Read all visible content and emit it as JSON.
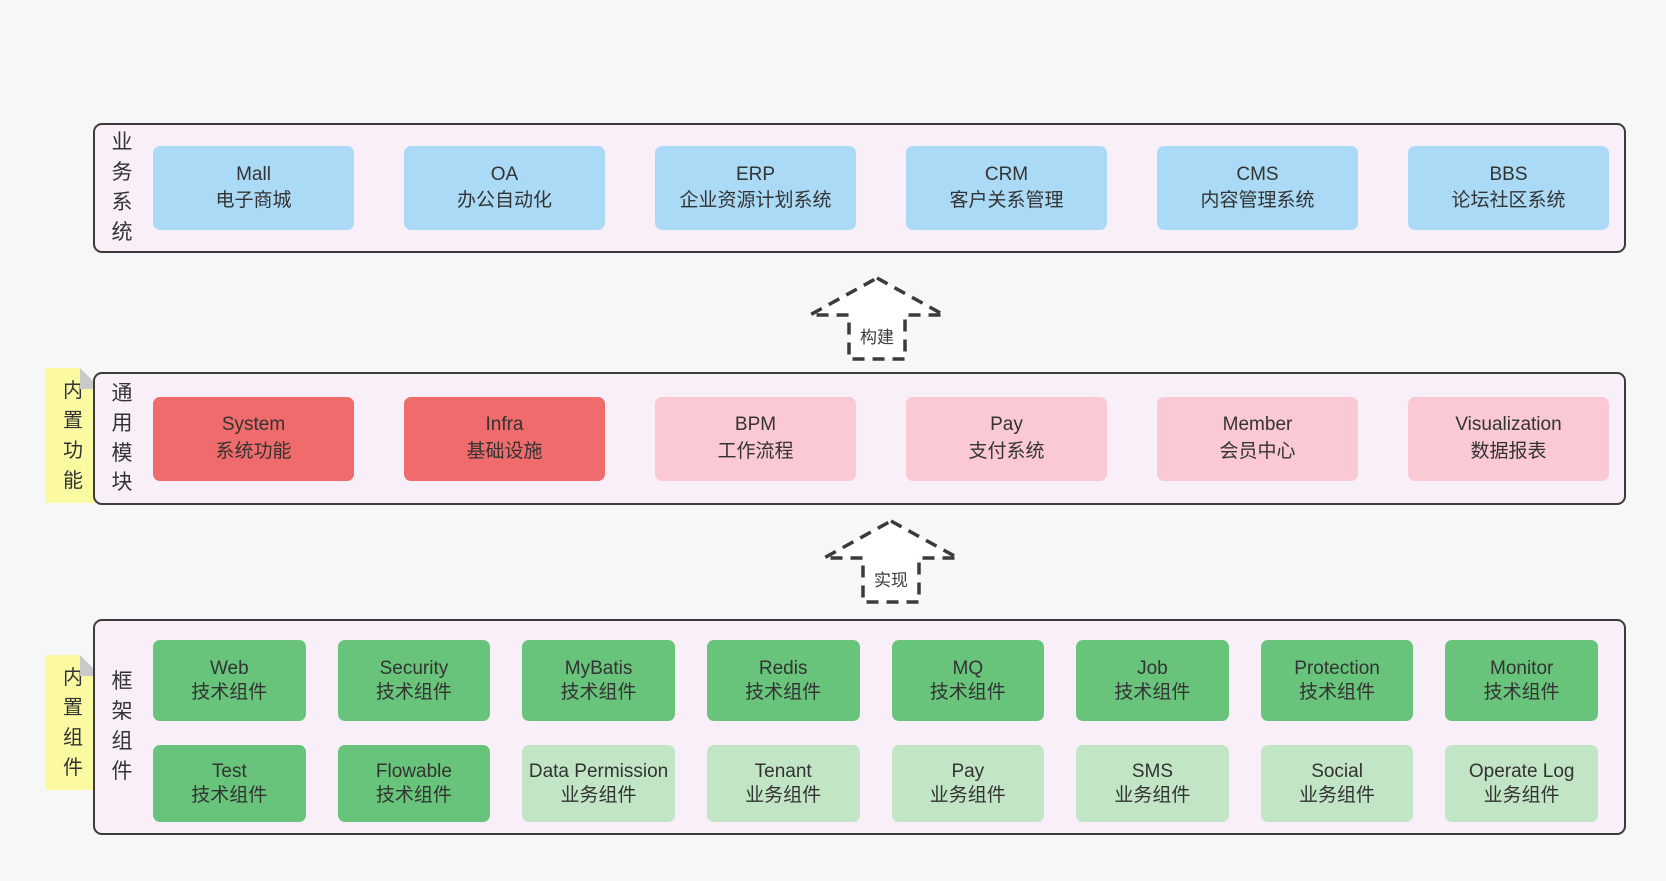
{
  "colors": {
    "page_bg": "#f7f7f7",
    "container_bg": "#f9eff8",
    "container_border": "#3b3b3b",
    "box_blue": "#aadaf5",
    "box_red": "#f06b6b",
    "box_pink": "#fac9d3",
    "box_green_dark": "#68c47a",
    "box_green_light": "#c2e5c6",
    "note_yellow": "#fbf9a2",
    "note_fold": "#c9c9c9",
    "text": "#333333"
  },
  "arrows": {
    "build": {
      "label": "构建"
    },
    "implement": {
      "label": "实现"
    }
  },
  "layers": {
    "business": {
      "label": "业务系统",
      "boxes": [
        {
          "title": "Mall",
          "subtitle": "电子商城"
        },
        {
          "title": "OA",
          "subtitle": "办公自动化"
        },
        {
          "title": "ERP",
          "subtitle": "企业资源计划系统"
        },
        {
          "title": "CRM",
          "subtitle": "客户关系管理"
        },
        {
          "title": "CMS",
          "subtitle": "内容管理系统"
        },
        {
          "title": "BBS",
          "subtitle": "论坛社区系统"
        }
      ]
    },
    "modules": {
      "label": "通用模块",
      "note": "内置功能",
      "boxes": [
        {
          "title": "System",
          "subtitle": "系统功能",
          "variant": "red"
        },
        {
          "title": "Infra",
          "subtitle": "基础设施",
          "variant": "red"
        },
        {
          "title": "BPM",
          "subtitle": "工作流程",
          "variant": "pink"
        },
        {
          "title": "Pay",
          "subtitle": "支付系统",
          "variant": "pink"
        },
        {
          "title": "Member",
          "subtitle": "会员中心",
          "variant": "pink"
        },
        {
          "title": "Visualization",
          "subtitle": "数据报表",
          "variant": "pink"
        }
      ]
    },
    "components": {
      "label": "框架组件",
      "note": "内置组件",
      "row1": [
        {
          "title": "Web",
          "subtitle": "技术组件",
          "variant": "green"
        },
        {
          "title": "Security",
          "subtitle": "技术组件",
          "variant": "green"
        },
        {
          "title": "MyBatis",
          "subtitle": "技术组件",
          "variant": "green"
        },
        {
          "title": "Redis",
          "subtitle": "技术组件",
          "variant": "green"
        },
        {
          "title": "MQ",
          "subtitle": "技术组件",
          "variant": "green"
        },
        {
          "title": "Job",
          "subtitle": "技术组件",
          "variant": "green"
        },
        {
          "title": "Protection",
          "subtitle": "技术组件",
          "variant": "green"
        },
        {
          "title": "Monitor",
          "subtitle": "技术组件",
          "variant": "green"
        }
      ],
      "row2": [
        {
          "title": "Test",
          "subtitle": "技术组件",
          "variant": "green"
        },
        {
          "title": "Flowable",
          "subtitle": "技术组件",
          "variant": "green"
        },
        {
          "title": "Data Permission",
          "subtitle": "业务组件",
          "variant": "green-light"
        },
        {
          "title": "Tenant",
          "subtitle": "业务组件",
          "variant": "green-light"
        },
        {
          "title": "Pay",
          "subtitle": "业务组件",
          "variant": "green-light"
        },
        {
          "title": "SMS",
          "subtitle": "业务组件",
          "variant": "green-light"
        },
        {
          "title": "Social",
          "subtitle": "业务组件",
          "variant": "green-light"
        },
        {
          "title": "Operate Log",
          "subtitle": "业务组件",
          "variant": "green-light"
        }
      ]
    }
  }
}
